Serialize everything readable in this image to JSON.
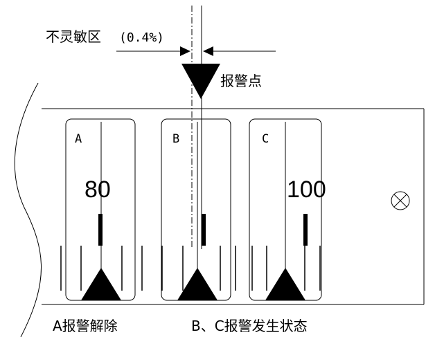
{
  "annotations": {
    "dead_band_label": "不灵敏区",
    "dead_band_value": "(0.4%)",
    "alarm_point_label": "报警点"
  },
  "gauges": [
    {
      "letter": "A",
      "value": "80"
    },
    {
      "letter": "B",
      "value": ""
    },
    {
      "letter": "C",
      "value": "100"
    }
  ],
  "captions": {
    "left": "A报警解除",
    "right": "B、C报警发生状态"
  },
  "icons": {
    "circle_x": "circled-x-icon"
  },
  "colors": {
    "line": "#000000",
    "background": "#ffffff"
  }
}
